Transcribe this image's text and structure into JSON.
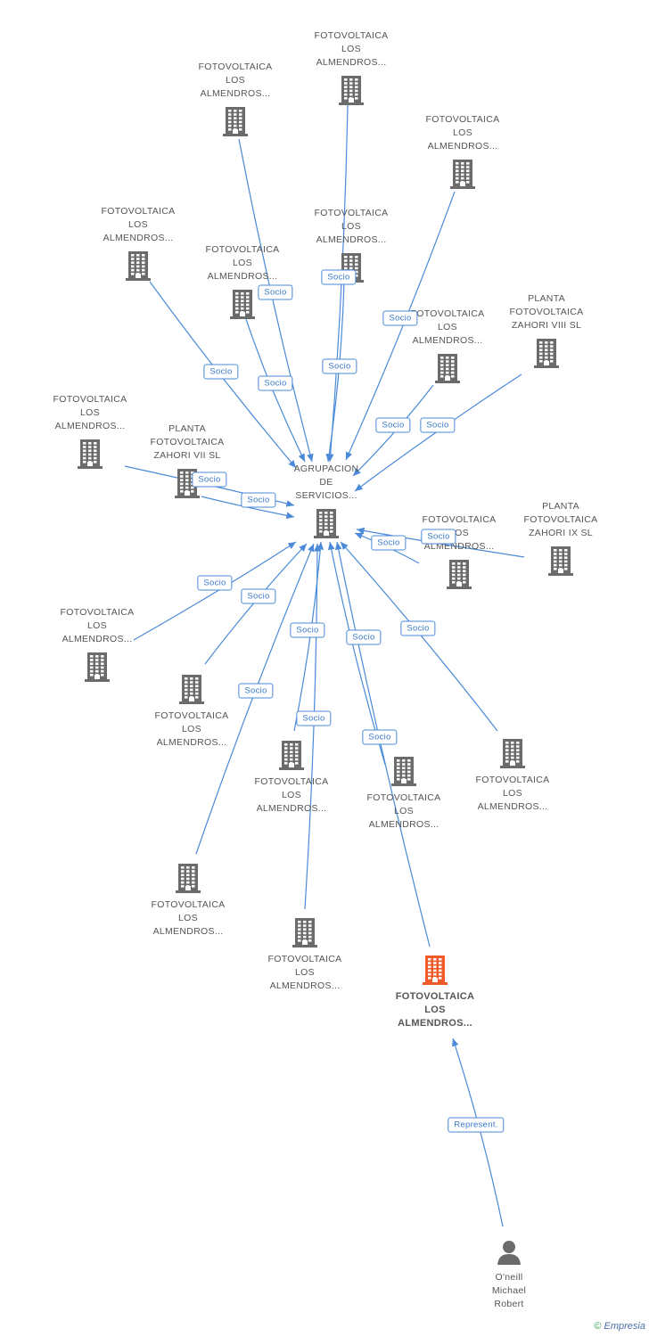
{
  "colors": {
    "edge": "#4a8ad8",
    "node": "#6b6b6b",
    "highlight": "#f05a28"
  },
  "nodes": [
    {
      "id": "center",
      "lines": [
        "AGRUPACION",
        "DE",
        "SERVICIOS..."
      ],
      "icon": "building-icon"
    },
    {
      "id": "n1",
      "lines": [
        "FOTOVOLTAICA",
        "LOS",
        "ALMENDROS..."
      ],
      "icon": "building-icon"
    },
    {
      "id": "n2",
      "lines": [
        "FOTOVOLTAICA",
        "LOS",
        "ALMENDROS..."
      ],
      "icon": "building-icon"
    },
    {
      "id": "n3",
      "lines": [
        "FOTOVOLTAICA",
        "LOS",
        "ALMENDROS..."
      ],
      "icon": "building-icon"
    },
    {
      "id": "n4",
      "lines": [
        "FOTOVOLTAICA",
        "LOS",
        "ALMENDROS..."
      ],
      "icon": "building-icon"
    },
    {
      "id": "n5",
      "lines": [
        "FOTOVOLTAICA",
        "LOS",
        "ALMENDROS..."
      ],
      "icon": "building-icon"
    },
    {
      "id": "n6",
      "lines": [
        "FOTOVOLTAICA",
        "LOS",
        "ALMENDROS..."
      ],
      "icon": "building-icon"
    },
    {
      "id": "n7",
      "lines": [
        "FOTOVOLTAICA",
        "LOS",
        "ALMENDROS..."
      ],
      "icon": "building-icon"
    },
    {
      "id": "n8",
      "lines": [
        "PLANTA",
        "FOTOVOLTAICA",
        "ZAHORI VIII SL"
      ],
      "icon": "building-icon"
    },
    {
      "id": "n9",
      "lines": [
        "FOTOVOLTAICA",
        "LOS",
        "ALMENDROS..."
      ],
      "icon": "building-icon"
    },
    {
      "id": "n10",
      "lines": [
        "PLANTA",
        "FOTOVOLTAICA",
        "ZAHORI VII SL"
      ],
      "icon": "building-icon"
    },
    {
      "id": "n11",
      "lines": [
        "FOTOVOLTAICA",
        "LOS",
        "ALMENDROS..."
      ],
      "icon": "building-icon"
    },
    {
      "id": "n12",
      "lines": [
        "PLANTA",
        "FOTOVOLTAICA",
        "ZAHORI IX SL"
      ],
      "icon": "building-icon"
    },
    {
      "id": "n13",
      "lines": [
        "FOTOVOLTAICA",
        "LOS",
        "ALMENDROS..."
      ],
      "icon": "building-icon"
    },
    {
      "id": "n14",
      "lines": [
        "FOTOVOLTAICA",
        "LOS",
        "ALMENDROS..."
      ],
      "icon": "building-icon"
    },
    {
      "id": "n15",
      "lines": [
        "FOTOVOLTAICA",
        "LOS",
        "ALMENDROS..."
      ],
      "icon": "building-icon"
    },
    {
      "id": "n16",
      "lines": [
        "FOTOVOLTAICA",
        "LOS",
        "ALMENDROS..."
      ],
      "icon": "building-icon"
    },
    {
      "id": "n17",
      "lines": [
        "FOTOVOLTAICA",
        "LOS",
        "ALMENDROS..."
      ],
      "icon": "building-icon"
    },
    {
      "id": "n18",
      "lines": [
        "FOTOVOLTAICA",
        "LOS",
        "ALMENDROS..."
      ],
      "icon": "building-icon"
    },
    {
      "id": "n19",
      "lines": [
        "FOTOVOLTAICA",
        "LOS",
        "ALMENDROS..."
      ],
      "icon": "building-icon"
    },
    {
      "id": "focus",
      "lines": [
        "FOTOVOLTAICA",
        "LOS",
        "ALMENDROS..."
      ],
      "icon": "building-icon",
      "highlight": true
    },
    {
      "id": "person",
      "lines": [
        "O'neill",
        "Michael",
        "Robert"
      ],
      "icon": "person-icon"
    }
  ],
  "edges": [
    {
      "from": "n1",
      "to": "center",
      "label": "Socio"
    },
    {
      "from": "n2",
      "to": "center",
      "label": "Socio"
    },
    {
      "from": "n3",
      "to": "center",
      "label": "Socio"
    },
    {
      "from": "n4",
      "to": "center",
      "label": "Socio"
    },
    {
      "from": "n5",
      "to": "center",
      "label": "Socio"
    },
    {
      "from": "n6",
      "to": "center",
      "label": "Socio"
    },
    {
      "from": "n7",
      "to": "center",
      "label": "Socio"
    },
    {
      "from": "n8",
      "to": "center",
      "label": "Socio"
    },
    {
      "from": "n9",
      "to": "center",
      "label": "Socio"
    },
    {
      "from": "n10",
      "to": "center",
      "label": "Socio"
    },
    {
      "from": "n11",
      "to": "center",
      "label": "Socio"
    },
    {
      "from": "n12",
      "to": "center",
      "label": "Socio"
    },
    {
      "from": "n13",
      "to": "center",
      "label": "Socio"
    },
    {
      "from": "n14",
      "to": "center",
      "label": "Socio"
    },
    {
      "from": "n15",
      "to": "center",
      "label": "Socio"
    },
    {
      "from": "n16",
      "to": "center",
      "label": "Socio"
    },
    {
      "from": "n17",
      "to": "center",
      "label": "Socio"
    },
    {
      "from": "n18",
      "to": "center",
      "label": "Socio"
    },
    {
      "from": "n19",
      "to": "center",
      "label": "Socio"
    },
    {
      "from": "focus",
      "to": "center",
      "label": "Socio"
    },
    {
      "from": "person",
      "to": "focus",
      "label": "Represent."
    }
  ],
  "footer": {
    "copyright": "©",
    "brand": "Empresia"
  }
}
